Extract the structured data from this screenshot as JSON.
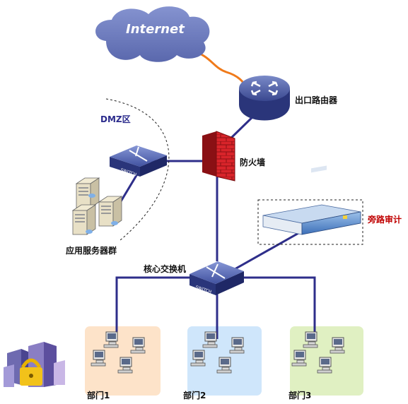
{
  "internet": {
    "label": "Internet"
  },
  "router": {
    "label": "出口路由器"
  },
  "firewall": {
    "label": "防火墙"
  },
  "dmz": {
    "label": "DMZ区",
    "switch_text": "SWITCH"
  },
  "servers": {
    "label": "应用服务器群"
  },
  "audit": {
    "label": "旁路审计"
  },
  "core": {
    "label": "核心交换机",
    "switch_text": "SWITCH"
  },
  "departments": [
    {
      "label": "部门1",
      "color": "#fde3c9"
    },
    {
      "label": "部门2",
      "color": "#cfe6fb"
    },
    {
      "label": "部门3",
      "color": "#e0f0c2"
    }
  ],
  "colors": {
    "link": "#2e2e8a",
    "wan": "#f07a1a",
    "cloud": "#6f7ec0",
    "firewall": "#d8242a"
  }
}
